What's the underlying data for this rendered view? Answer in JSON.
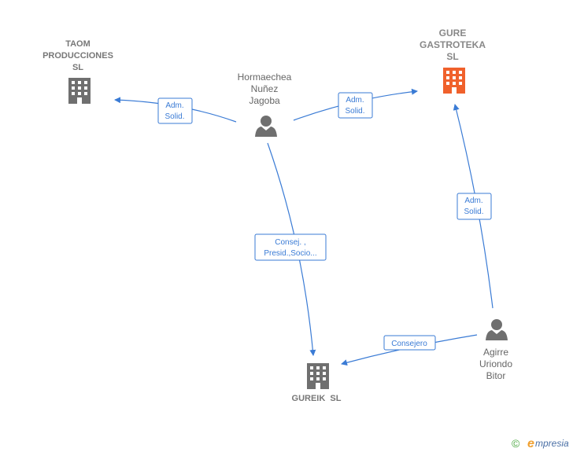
{
  "colors": {
    "edge": "#3a7bd5",
    "company_icon": "#6f6f6f",
    "company_icon_main": "#f0612c",
    "person_icon": "#6f6f6f",
    "brand": "#4aa840"
  },
  "nodes": {
    "taom": {
      "lines": [
        "TAOM",
        "PRODUCCIONES",
        "SL"
      ],
      "icon": "building-icon"
    },
    "gure": {
      "lines": [
        "GURE",
        "GASTROTEKA",
        "SL"
      ],
      "icon": "building-icon"
    },
    "gureik": {
      "lines": [
        "GUREIK  SL"
      ],
      "icon": "building-icon"
    },
    "hormaechea": {
      "lines": [
        "Hormaechea",
        "Nuñez",
        "Jagoba"
      ],
      "icon": "person-icon"
    },
    "agirre": {
      "lines": [
        "Agirre",
        "Uriondo",
        "Bitor"
      ],
      "icon": "person-icon"
    }
  },
  "edges": {
    "e1": {
      "lines": [
        "Adm.",
        "Solid."
      ]
    },
    "e2": {
      "lines": [
        "Adm.",
        "Solid."
      ]
    },
    "e3": {
      "lines": [
        "Consej. ,",
        "Presid.,Socio..."
      ]
    },
    "e4": {
      "lines": [
        "Adm.",
        "Solid."
      ]
    },
    "e5": {
      "lines": [
        "Consejero"
      ]
    }
  },
  "footer": {
    "copyright_symbol": "©",
    "brand_initial": "e",
    "brand_rest": "mpresia"
  }
}
